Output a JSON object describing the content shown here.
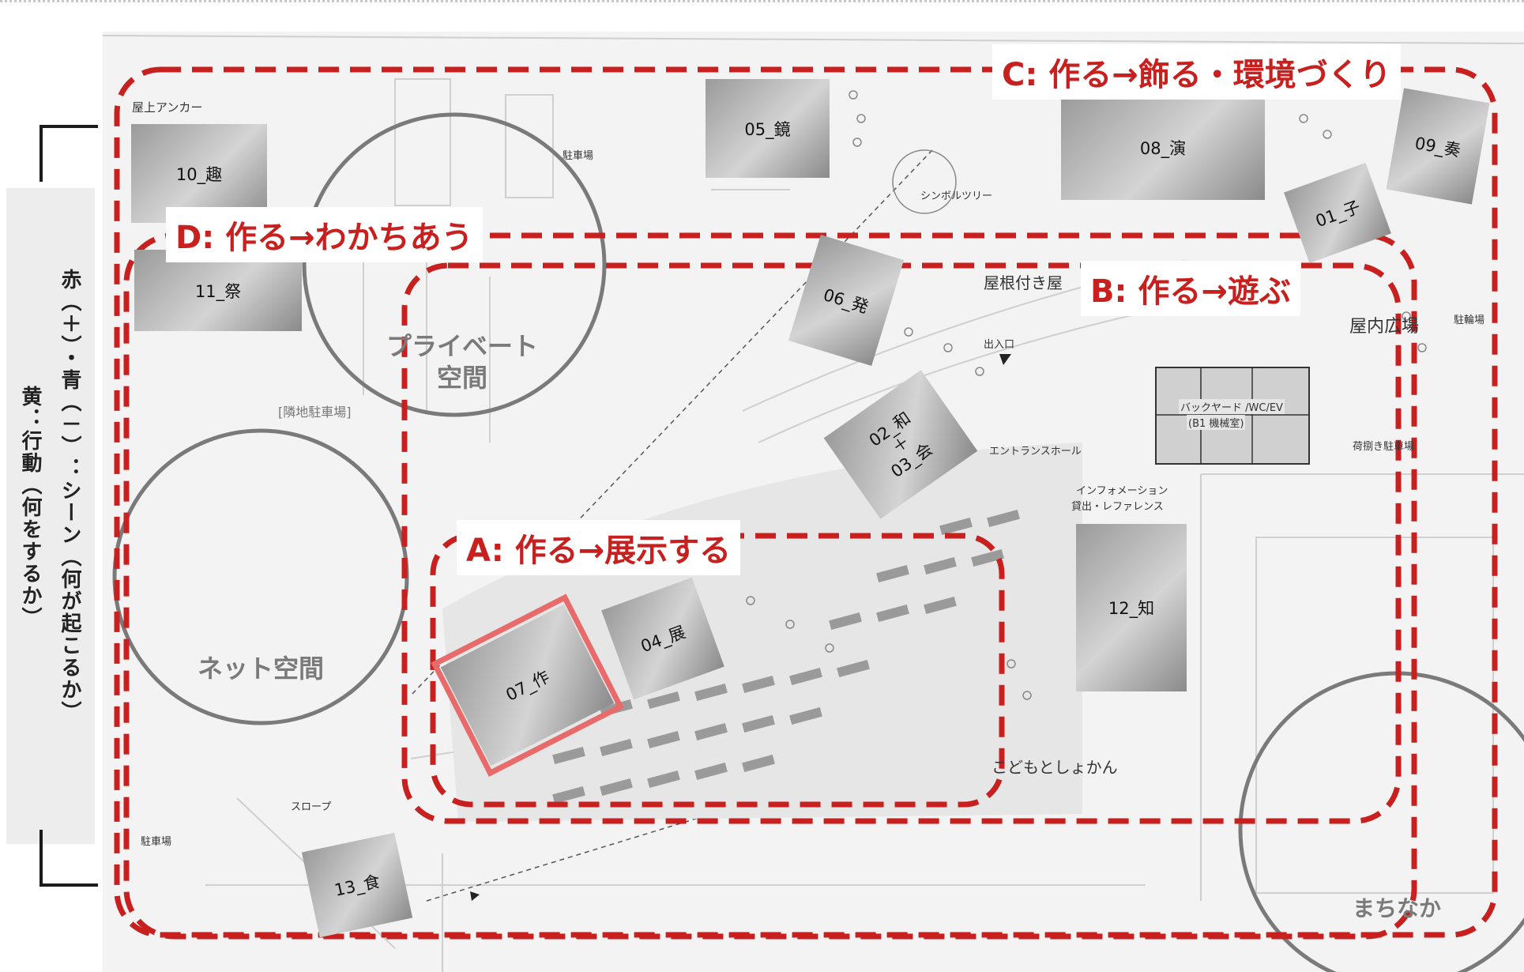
{
  "legend": {
    "line1": "赤（＋）・青（－）：シーン（何が起こるか）",
    "line2": "黄：行動（何をするか）"
  },
  "tags": {
    "c": "C: 作る→飾る・環境づくり",
    "d": "D: 作る→わかちあう",
    "b": "B: 作る→遊ぶ",
    "a": "A: 作る→展示する"
  },
  "scenes": {
    "s01": "01_子",
    "s02": "02_和\n＋\n03_会",
    "s04": "04_展",
    "s05": "05_鏡",
    "s06": "06_発",
    "s07": "07_作",
    "s08": "08_演",
    "s09": "09_奏",
    "s10": "10_趣",
    "s11": "11_祭",
    "s12": "12_知",
    "s13": "13_食"
  },
  "labels": {
    "rooftop_anchor": "屋上アンカー",
    "parking1": "駐車場",
    "parking2": "駐車場",
    "symbol_tree": "シンボルツリー",
    "roofed_house": "屋根付き屋",
    "indoor_plaza": "屋内広場",
    "bicycle_parking": "駐輪場",
    "entrance": "出入口",
    "neighbor_parking": "[隣地駐車場]",
    "backyard_line1": "バックヤード /WC/EV",
    "backyard_line2": "(B1 機械室)",
    "loading_parking": "荷捌き駐車場",
    "entrance_hall": "エントランスホール",
    "information_line1": "インフォメーション",
    "information_line2": "貸出・レファレンス",
    "kids_library": "こどもとしょかん",
    "slope": "スロープ"
  },
  "circles": {
    "private_line1": "プライベート",
    "private_line2": "空間",
    "net": "ネット空間",
    "town": "まちなか"
  },
  "colors": {
    "zone_red": "#c81f1f",
    "highlight_07": "#e86a6a",
    "circle_gray": "#7a7a7a"
  }
}
